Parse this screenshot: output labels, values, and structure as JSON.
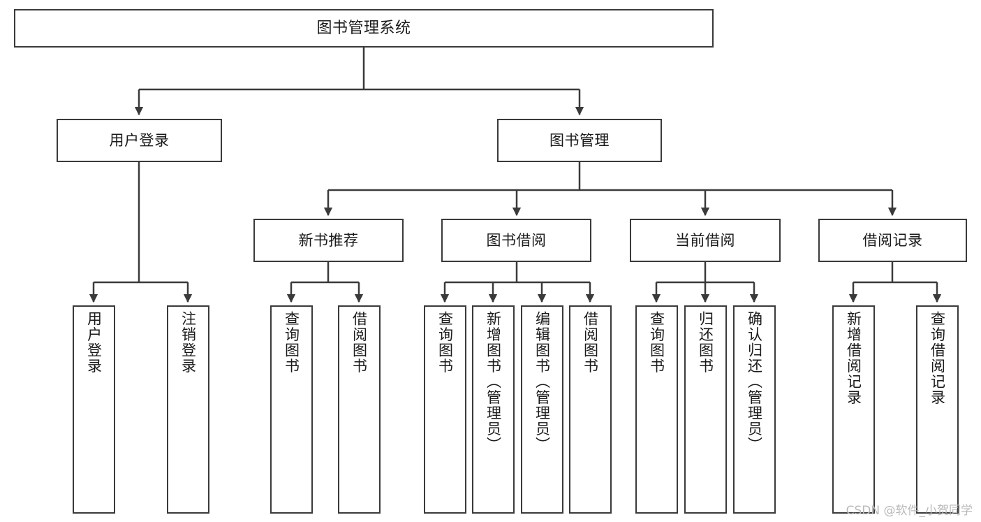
{
  "diagram": {
    "type": "tree",
    "title": "图书管理系统",
    "stroke_color": "#3a3a3a",
    "fill_color": "#ffffff",
    "text_color": "#1a1a1a",
    "nodes": {
      "root": {
        "label": "图书管理系统"
      },
      "level2": [
        {
          "id": "user-login",
          "label": "用户登录"
        },
        {
          "id": "book-manage",
          "label": "图书管理"
        }
      ],
      "level3": [
        {
          "id": "new-book-recommend",
          "label": "新书推荐"
        },
        {
          "id": "book-borrow",
          "label": "图书借阅"
        },
        {
          "id": "current-borrow",
          "label": "当前借阅"
        },
        {
          "id": "borrow-record",
          "label": "借阅记录"
        }
      ],
      "leaves": {
        "user_login": [
          {
            "id": "leaf-user-login",
            "label": "用户登录"
          },
          {
            "id": "leaf-logout-login",
            "label": "注销登录"
          }
        ],
        "new_book_recommend": [
          {
            "id": "leaf-query-book-1",
            "label": "查询图书"
          },
          {
            "id": "leaf-borrow-book-1",
            "label": "借阅图书"
          }
        ],
        "book_borrow": [
          {
            "id": "leaf-query-book-2",
            "label": "查询图书"
          },
          {
            "id": "leaf-add-book",
            "label": "新增图书（管理员）"
          },
          {
            "id": "leaf-edit-book",
            "label": "编辑图书（管理员）"
          },
          {
            "id": "leaf-borrow-book-2",
            "label": "借阅图书"
          }
        ],
        "current_borrow": [
          {
            "id": "leaf-query-book-3",
            "label": "查询图书"
          },
          {
            "id": "leaf-return-book",
            "label": "归还图书"
          },
          {
            "id": "leaf-confirm-return",
            "label": "确认归还（管理员）"
          }
        ],
        "borrow_record": [
          {
            "id": "leaf-add-record",
            "label": "新增借阅记录"
          },
          {
            "id": "leaf-query-record",
            "label": "查询借阅记录"
          }
        ]
      }
    }
  },
  "watermark": {
    "text": "CSDN @软件_小贺同学"
  }
}
